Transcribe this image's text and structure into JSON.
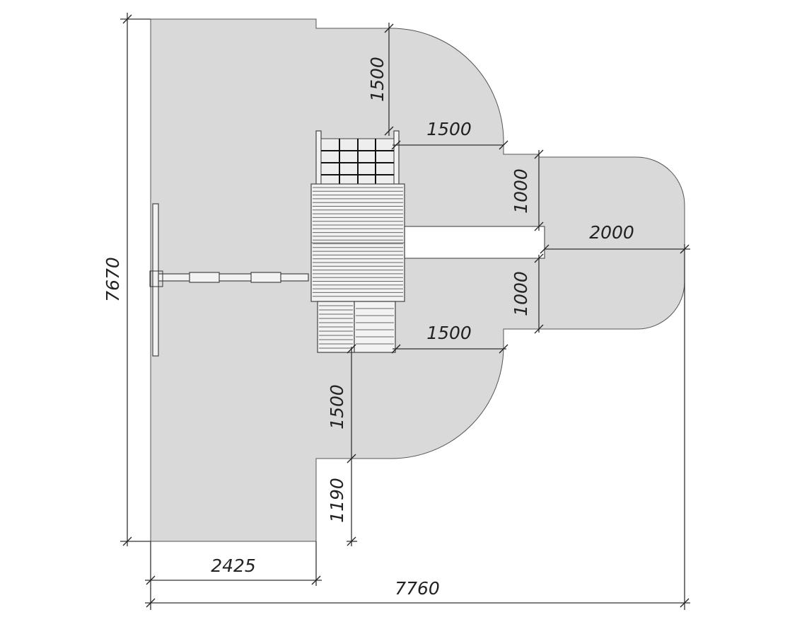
{
  "diagram": {
    "type": "playground safety zone plan",
    "dimensions": {
      "total_height": "7670",
      "total_width": "7760",
      "left_width": "2425",
      "top_zone": "1500",
      "top_right_zone": "1500",
      "slide_upper": "1000",
      "slide_length": "2000",
      "slide_lower": "1000",
      "bottom_right_zone": "1500",
      "bottom_zone": "1500",
      "bottom_step": "1190"
    },
    "colors": {
      "zone": "#d9d9d9",
      "line": "#333333",
      "background": "#ffffff"
    }
  }
}
